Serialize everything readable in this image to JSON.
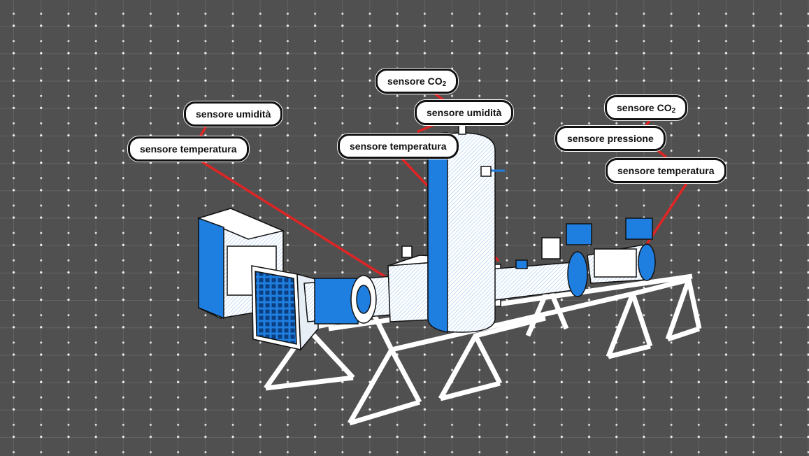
{
  "colors": {
    "background": "#2e2e2e",
    "accent_blue": "#1f7fe0",
    "leader_line": "#e02424",
    "label_bg": "#ffffff"
  },
  "labels": {
    "left": {
      "humidity": "sensore umidità",
      "temperature": "sensore temperatura"
    },
    "center": {
      "co2_prefix": "sensore CO",
      "co2_sub": "2",
      "humidity": "sensore umidità",
      "temperature": "sensore temperatura"
    },
    "right": {
      "co2_prefix": "sensore CO",
      "co2_sub": "2",
      "pressure": "sensore pressione",
      "temperature": "sensore temperatura"
    }
  }
}
